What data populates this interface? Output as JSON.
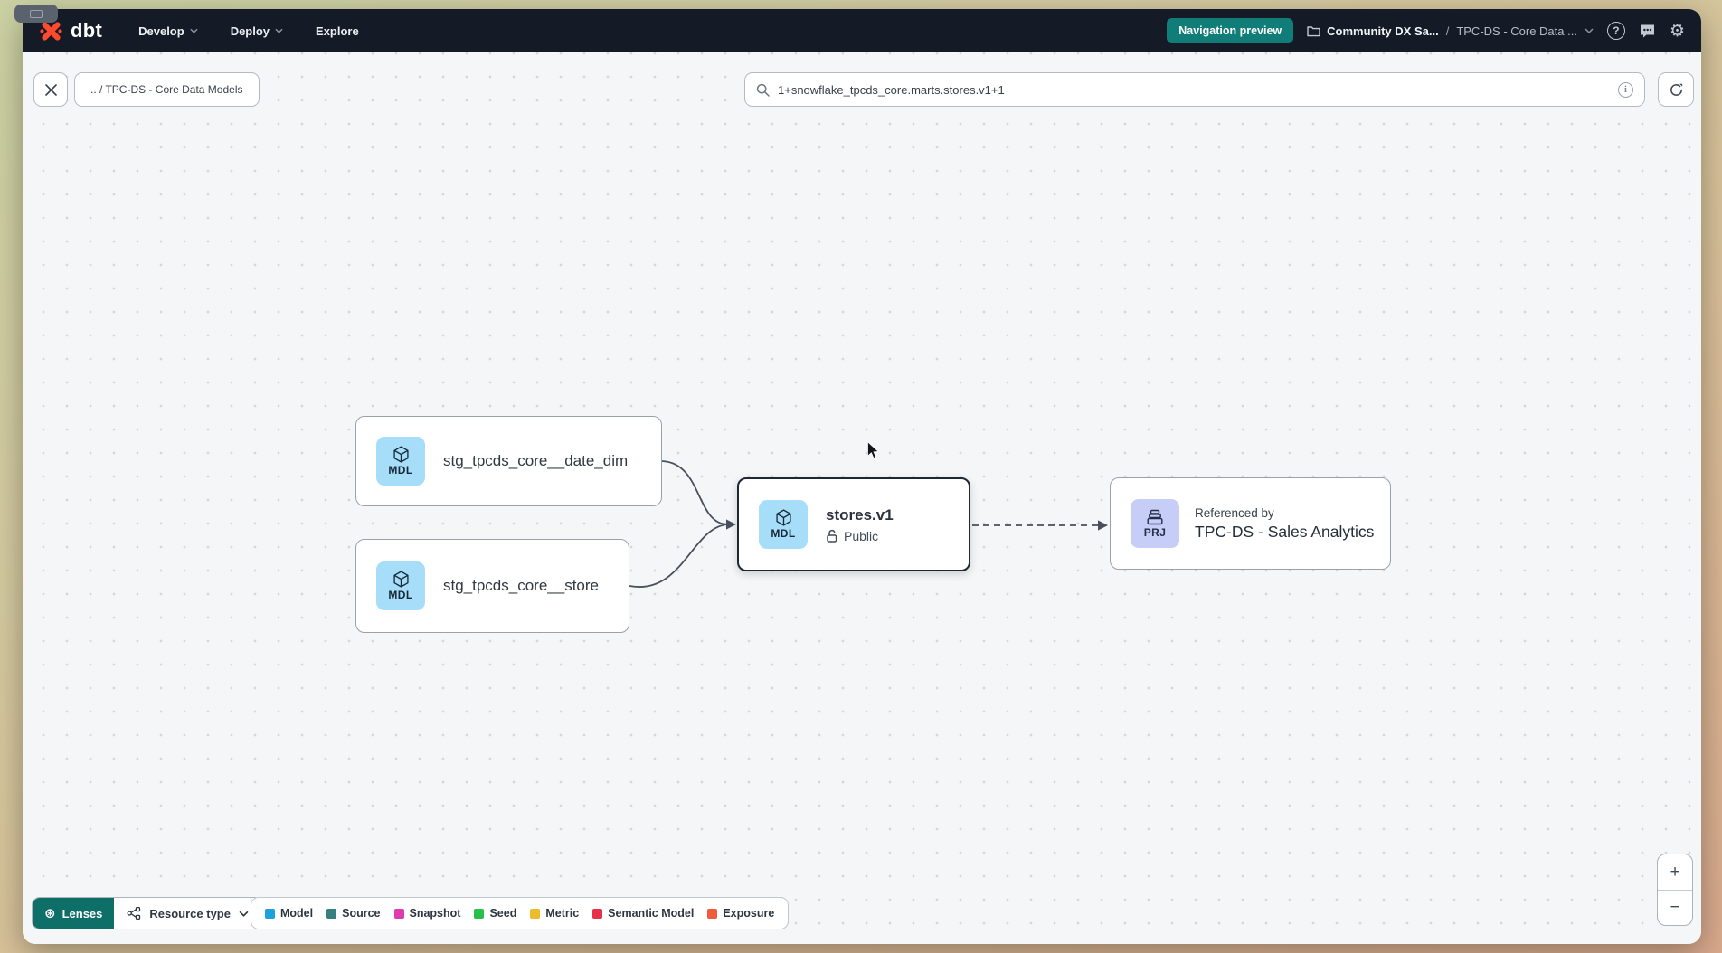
{
  "navbar": {
    "logo_text": "dbt",
    "menu": [
      {
        "label": "Develop"
      },
      {
        "label": "Deploy"
      },
      {
        "label": "Explore"
      }
    ],
    "preview_badge": "Navigation preview",
    "breadcrumb": {
      "project": "Community DX Sa...",
      "separator": "/",
      "section": "TPC-DS - Core Data ..."
    },
    "icons": {
      "help_glyph": "?",
      "gear_glyph": "⚙"
    }
  },
  "toolbar": {
    "breadcrumb_chip": ".. / TPC-DS - Core Data Models",
    "search_value": "1+snowflake_tpcds_core.marts.stores.v1+1",
    "info_glyph": "i"
  },
  "graph": {
    "nodes": [
      {
        "badge": "MDL",
        "label": "stg_tpcds_core__date_dim"
      },
      {
        "badge": "MDL",
        "label": "stg_tpcds_core__store"
      },
      {
        "badge": "MDL",
        "label": "stores.v1",
        "access": "Public"
      },
      {
        "badge": "PRJ",
        "kicker": "Referenced by",
        "label": "TPC-DS - Sales Analytics"
      }
    ]
  },
  "footer": {
    "lenses_label": "Lenses",
    "lenses_glyph": "⊛",
    "resource_type_label": "Resource type",
    "legend": [
      {
        "label": "Model",
        "color": "#1ba2da"
      },
      {
        "label": "Source",
        "color": "#35807e"
      },
      {
        "label": "Snapshot",
        "color": "#df3bb1"
      },
      {
        "label": "Seed",
        "color": "#27c04b"
      },
      {
        "label": "Metric",
        "color": "#eebb2d"
      },
      {
        "label": "Semantic Model",
        "color": "#e5304a"
      },
      {
        "label": "Exposure",
        "color": "#ee5c3c"
      }
    ]
  },
  "zoom_controls": {
    "zoom_in": "+",
    "zoom_out": "−"
  },
  "colors": {
    "accent_teal": "#117d78",
    "lenses_teal": "#0e6e68",
    "navbar_bg": "#151b26",
    "model_badge_bg": "#a6def9",
    "project_badge_bg": "#c6cef8",
    "selected_node_border": "#1d2834",
    "canvas_bg": "#f5f6f7"
  }
}
